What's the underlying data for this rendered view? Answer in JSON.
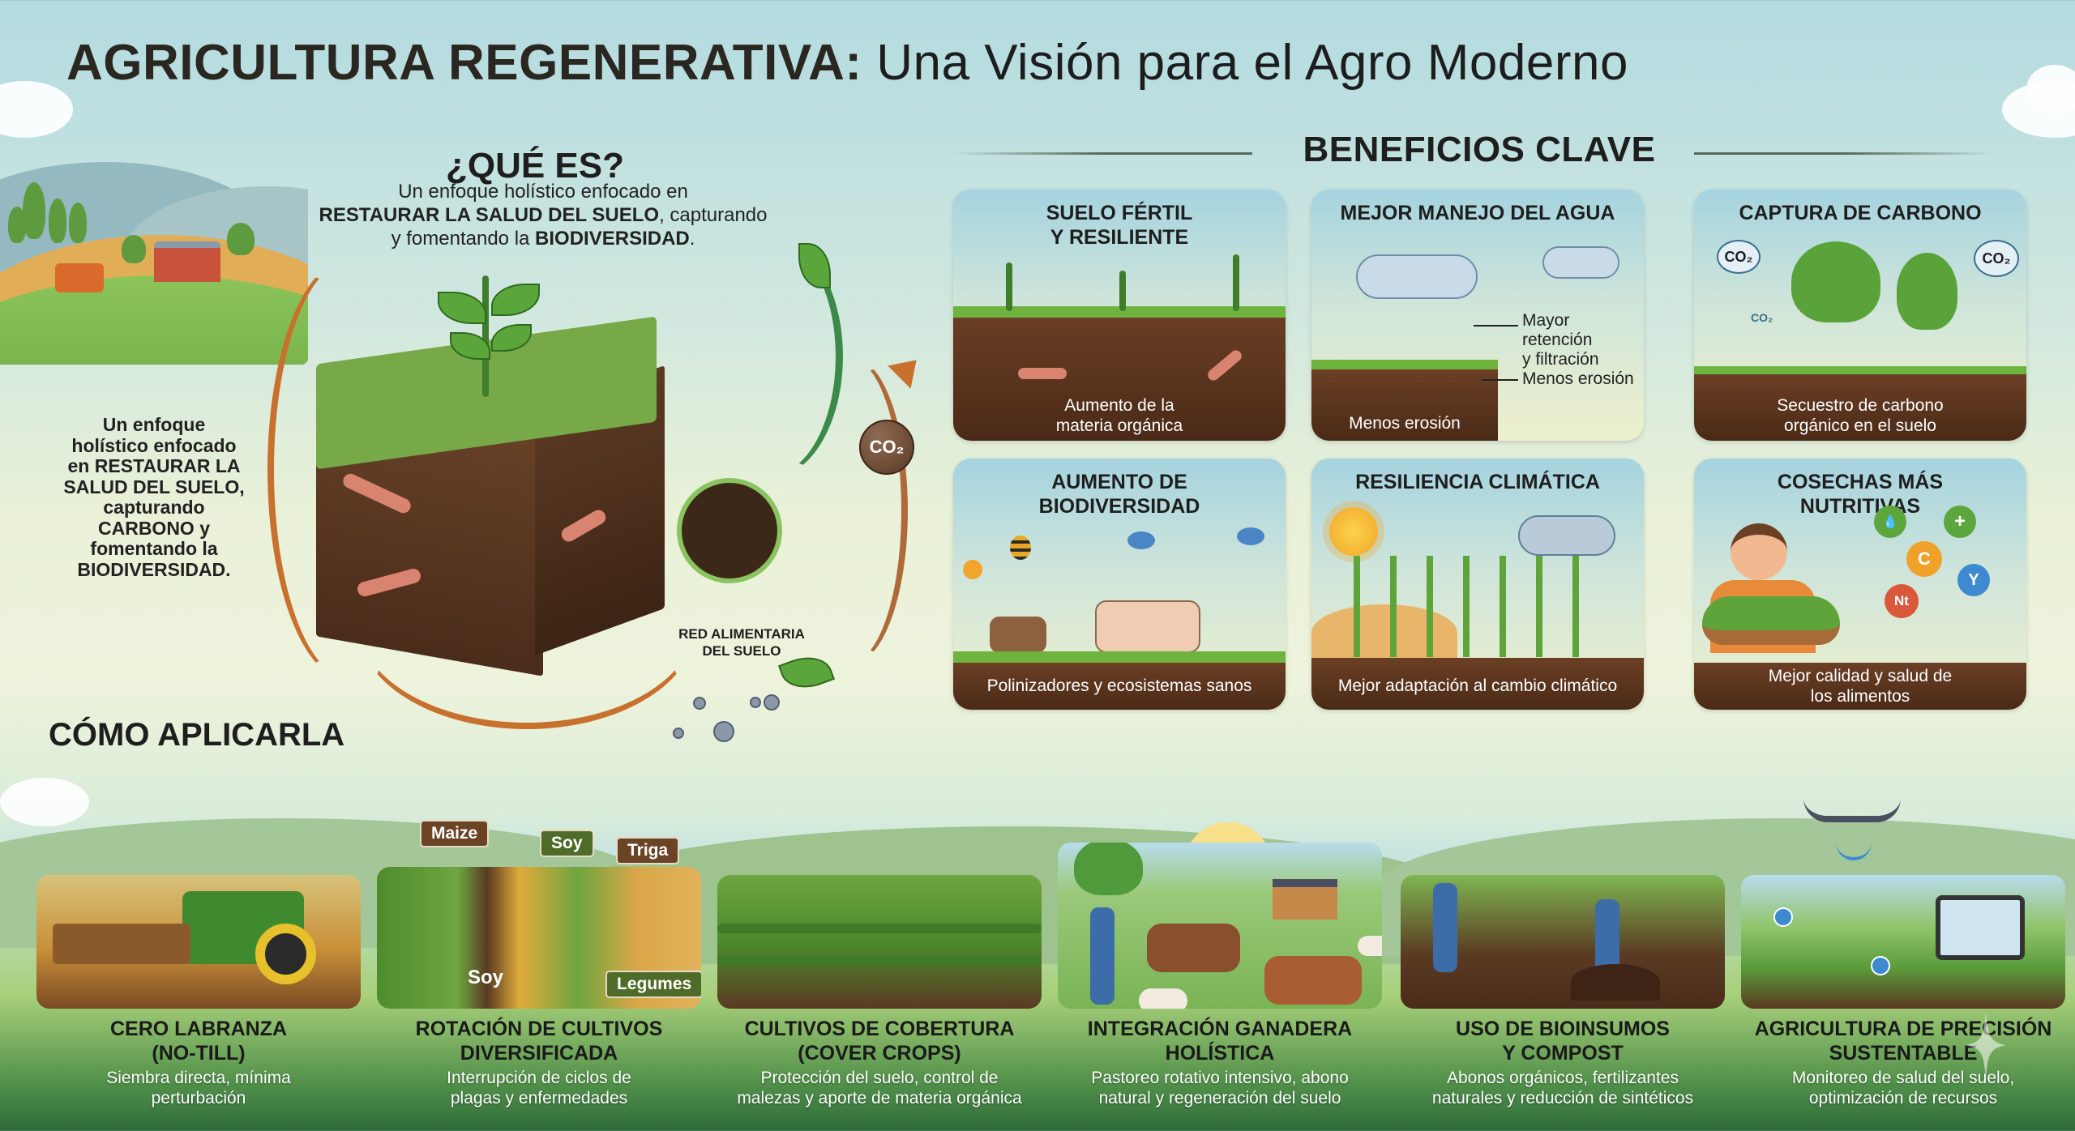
{
  "header": {
    "title_bold": "AGRICULTURA REGENERATIVA:",
    "title_light": " Una Visión para el Agro Moderno"
  },
  "que_es": {
    "title": "¿QUÉ ES?",
    "desc_line1": "Un enfoque holístico enfocado en",
    "desc_bold1": "RESTAURAR LA SALUD DEL SUELO",
    "desc_mid": ", capturando",
    "desc_line3_pre": "y fomentando la ",
    "desc_bold2": "BIODIVERSIDAD",
    "desc_end": "."
  },
  "left_desc": {
    "l1": "Un enfoque",
    "l2": "holístico enfocado",
    "l3_pre": "en ",
    "l3_bold": "RESTAURAR LA",
    "l4_bold": "SALUD DEL SUELO,",
    "l5": "capturando",
    "l6_bold": "CARBONO",
    "l6_post": " y",
    "l7": "fomentando la",
    "l8_bold": "BIODIVERSIDAD."
  },
  "diagram": {
    "co2_label": "CO₂",
    "food_web_label_1": "RED ALIMENTARIA",
    "food_web_label_2": "DEL SUELO"
  },
  "beneficios": {
    "title": "BENEFICIOS CLAVE",
    "cards": [
      {
        "title": "SUELO FÉRTIL\nY RESILIENTE",
        "t1": "SUELO FÉRTIL",
        "t2": "Y RESILIENTE",
        "caption1": "Aumento de la",
        "caption2": "materia orgánica"
      },
      {
        "title": "MEJOR MANEJO DEL AGUA",
        "t1": "MEJOR MANEJO DEL AGUA",
        "caption1": "Menos erosión",
        "side1a": "Mayor retención",
        "side1b": "y filtración",
        "side2": "Menos erosión"
      },
      {
        "title": "CAPTURA DE CARBONO",
        "t1": "CAPTURA DE CARBONO",
        "caption1": "Secuestro de carbono",
        "caption2": "orgánico en el suelo",
        "co2_a": "CO₂",
        "co2_b": "CO₂",
        "co2_c": "CO₂"
      },
      {
        "title": "AUMENTO DE BIODIVERSIDAD",
        "t1": "AUMENTO DE",
        "t2": "BIODIVERSIDAD",
        "caption1": "Polinizadores y ecosistemas sanos"
      },
      {
        "title": "RESILIENCIA CLIMÁTICA",
        "t1": "RESILIENCIA CLIMÁTICA",
        "caption1": "Mejor adaptación al cambio climático"
      },
      {
        "title": "COSECHAS MÁS NUTRITIVAS",
        "t1": "COSECHAS MÁS",
        "t2": "NUTRITIVAS",
        "caption1": "Mejor calidad y salud de",
        "caption2": "los alimentos",
        "nutrients": [
          "💧",
          "+",
          "C",
          "Y",
          "Nt"
        ]
      }
    ]
  },
  "como_aplicarla": {
    "title": "CÓMO APLICARLA",
    "crop_tags": {
      "maize": "Maize",
      "soy_top": "Soy",
      "triga": "Triga",
      "soy_bottom": "Soy",
      "legumes": "Legumes"
    },
    "practices": [
      {
        "label1": "CERO LABRANZA",
        "label2": "(NO-TILL)",
        "desc1": "Siembra directa, mínima",
        "desc2": "perturbación"
      },
      {
        "label1": "ROTACIÓN DE CULTIVOS",
        "label2": "DIVERSIFICADA",
        "desc1": "Interrupción de ciclos de",
        "desc2": "plagas y enfermedades"
      },
      {
        "label1": "CULTIVOS DE COBERTURA",
        "label2": "(COVER CROPS)",
        "desc1": "Protección del suelo, control de",
        "desc2": "malezas y aporte de materia orgánica"
      },
      {
        "label1": "INTEGRACIÓN GANADERA",
        "label2": "HOLÍSTICA",
        "desc1": "Pastoreo rotativo intensivo, abono",
        "desc2": "natural y regeneración del suelo"
      },
      {
        "label1": "USO DE BIOINSUMOS",
        "label2": "Y COMPOST",
        "desc1": "Abonos orgánicos, fertilizantes",
        "desc2": "naturales y reducción de sintéticos"
      },
      {
        "label1": "AGRICULTURA DE PRECISIÓN",
        "label2": "SUSTENTABLE",
        "desc1": "Monitoreo de salud del suelo,",
        "desc2": "optimización de recursos"
      }
    ]
  },
  "colors": {
    "soil_dark": "#4a2a17",
    "grass": "#6fb33f",
    "sky": "#b3dbe1",
    "arrow_orange": "#c8702e",
    "arrow_green": "#3b8a4a",
    "tag_brown": "#6b4426",
    "tag_green": "#4f6b2a"
  }
}
